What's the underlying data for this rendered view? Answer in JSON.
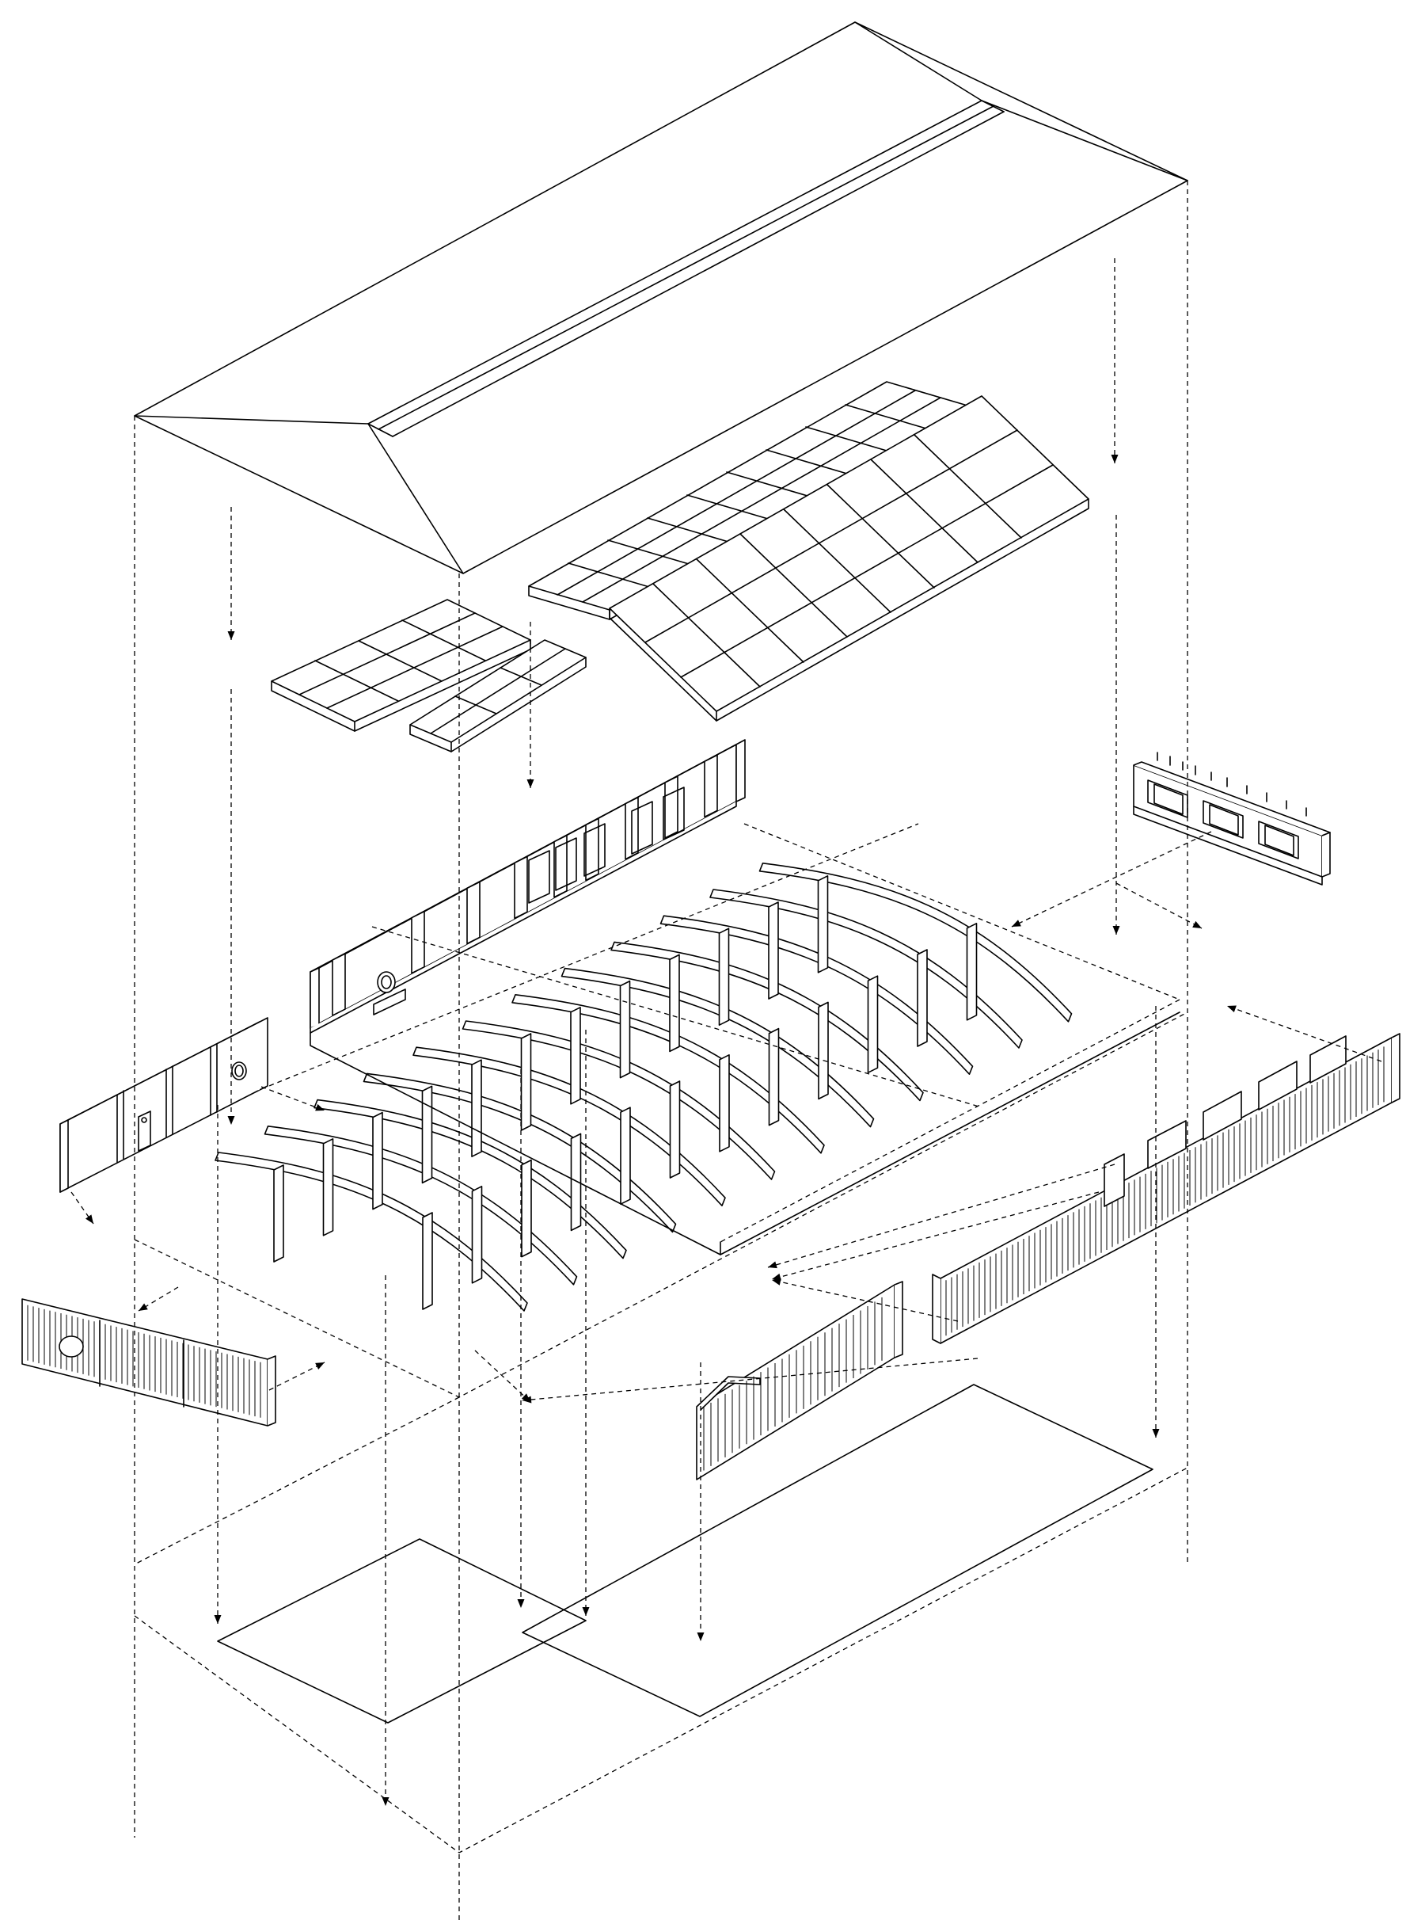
{
  "diagram": {
    "kind": "exploded axonometric",
    "line_color": "#000000",
    "background": "#ffffff",
    "layers": [
      "roof-shell",
      "roof-panels",
      "wall-segments-and-rafter-frame",
      "facade-screens",
      "ground-footprint"
    ]
  }
}
